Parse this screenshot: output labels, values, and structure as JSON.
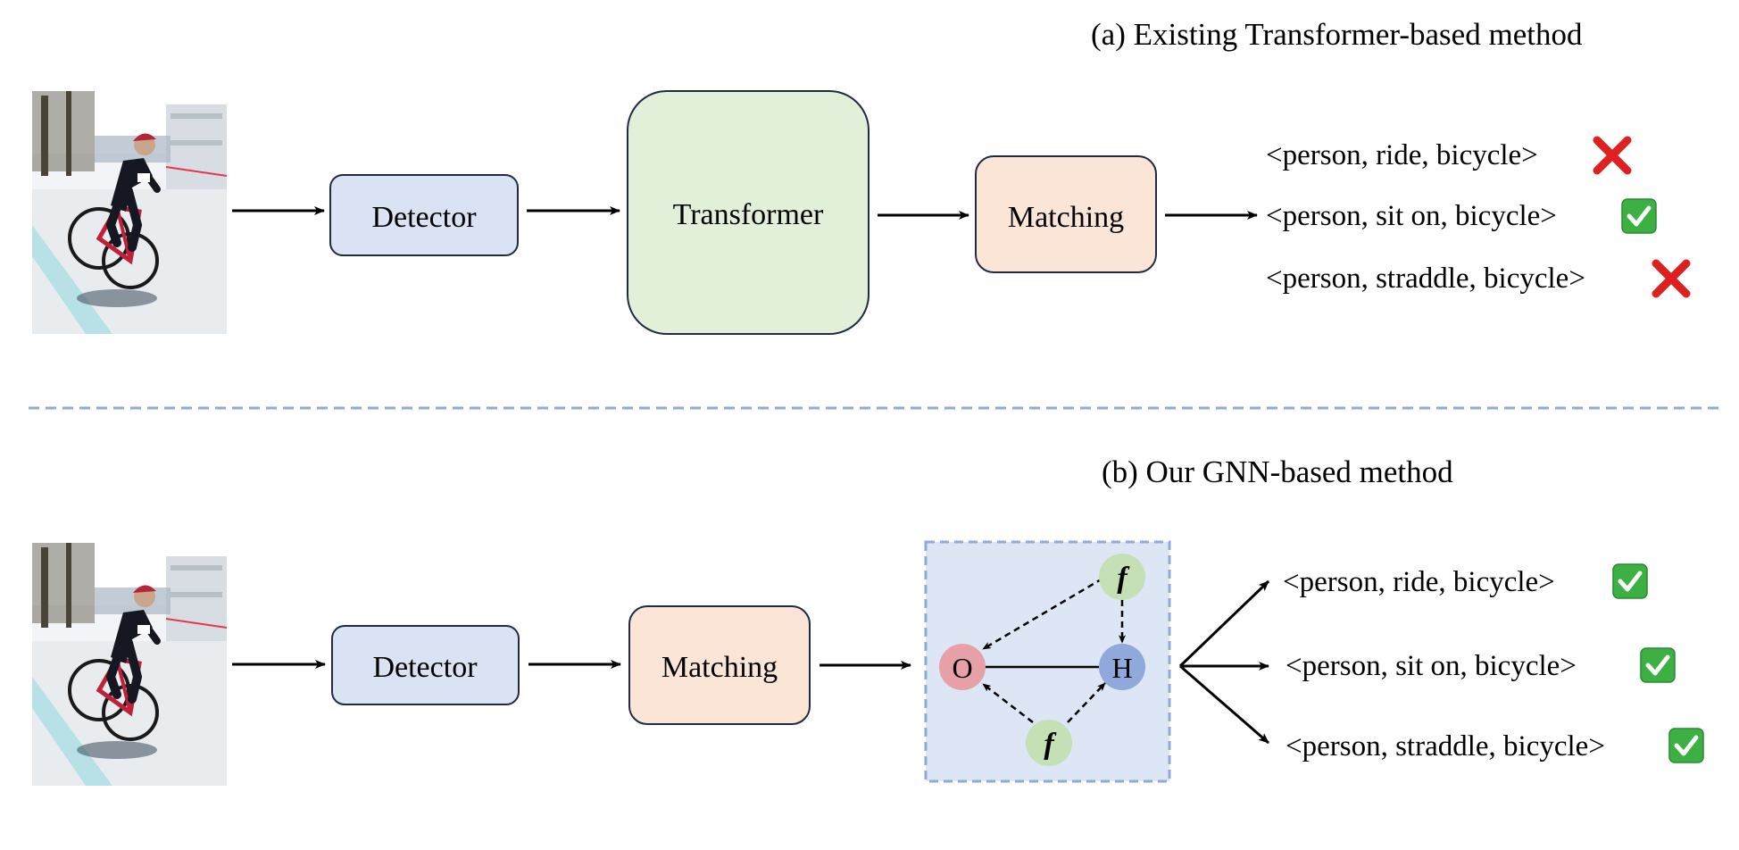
{
  "section_a": {
    "title": "(a) Existing Transformer-based method",
    "detector": "Detector",
    "transformer": "Transformer",
    "matching": "Matching",
    "results": [
      {
        "text": "<person, ride, bicycle>",
        "status": "wrong"
      },
      {
        "text": "<person, sit on, bicycle>",
        "status": "correct"
      },
      {
        "text": "<person, straddle, bicycle>",
        "status": "wrong"
      }
    ]
  },
  "section_b": {
    "title": "(b) Our GNN-based method",
    "detector": "Detector",
    "matching": "Matching",
    "graph": {
      "node_o": "O",
      "node_h": "H",
      "node_f_top": "f",
      "node_f_bottom": "f"
    },
    "results": [
      {
        "text": "<person, ride, bicycle>",
        "status": "correct"
      },
      {
        "text": "<person, sit on, bicycle>",
        "status": "correct"
      },
      {
        "text": "<person, straddle, bicycle>",
        "status": "correct"
      }
    ]
  },
  "colors": {
    "detector_fill": "#dae3f3",
    "transformer_fill": "#e2f0d9",
    "matching_fill": "#fbe5d6",
    "box_stroke": "#1f2a44",
    "graph_fill": "#dce6f4",
    "graph_border": "#8fa9dc",
    "divider": "#8fa9dc",
    "node_o": "#e8a0a8",
    "node_h": "#8fa9dc",
    "node_f": "#c5e0b4",
    "check_fill": "#3cb043",
    "cross": "#e02020"
  },
  "icons": {
    "photo": "cyclist-photo",
    "correct": "green-check-icon",
    "wrong": "red-cross-icon"
  }
}
